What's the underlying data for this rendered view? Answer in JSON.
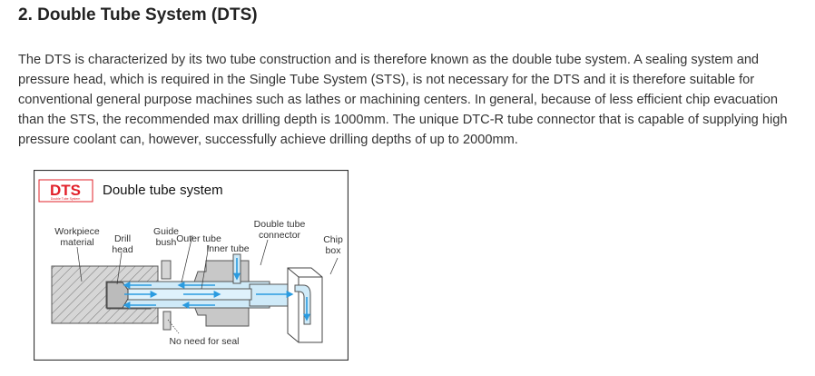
{
  "heading": "2. Double Tube System (DTS)",
  "paragraph": "The DTS is characterized by its two tube construction and is therefore known as the double tube system. A sealing system and pressure head, which is required in the Single Tube System (STS), is not necessary for the DTS and it is therefore suitable for conventional general purpose machines such as lathes or machining centers. In general, because of less efficient chip evacuation than the STS, the recommended max drilling depth is 1000mm. The unique DTC-R tube connector that is capable of supplying high pressure coolant can, however, successfully achieve drilling depths of up to 2000mm.",
  "figure": {
    "logo": "DTS",
    "logo_sub": "Double Tube System",
    "title": "Double tube system",
    "labels": {
      "workpiece_1": "Workpiece",
      "workpiece_2": "material",
      "drill_1": "Drill",
      "drill_2": "head",
      "guide_1": "Guide",
      "guide_2": "bush",
      "outer": "Outer tube",
      "inner": "Inner tube",
      "conn_1": "Double tube",
      "conn_2": "connector",
      "chip_1": "Chip",
      "chip_2": "box",
      "seal": "No need for seal"
    },
    "colors": {
      "logo": "#e2202a",
      "coolant": "#2a9be0",
      "fluid": "#cfeaf8",
      "metal": "#c8c8c8"
    }
  }
}
